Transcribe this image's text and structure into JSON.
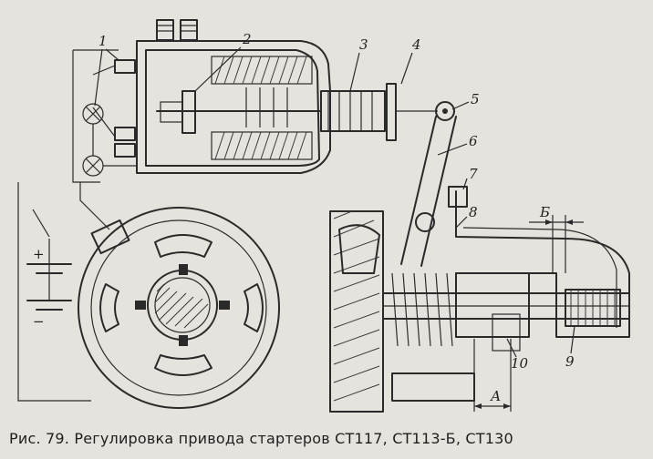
{
  "caption": "Рис. 79. Регулировка привода стартеров СТ117, СТ113-Б, СТ130",
  "callouts": {
    "n1": "1",
    "n2": "2",
    "n3": "3",
    "n4": "4",
    "n5": "5",
    "n6": "6",
    "n7": "7",
    "n8": "8",
    "n9": "9",
    "n10": "10",
    "dimA": "А",
    "dimB": "Б"
  },
  "battery": {
    "plus": "+",
    "minus": "−"
  }
}
